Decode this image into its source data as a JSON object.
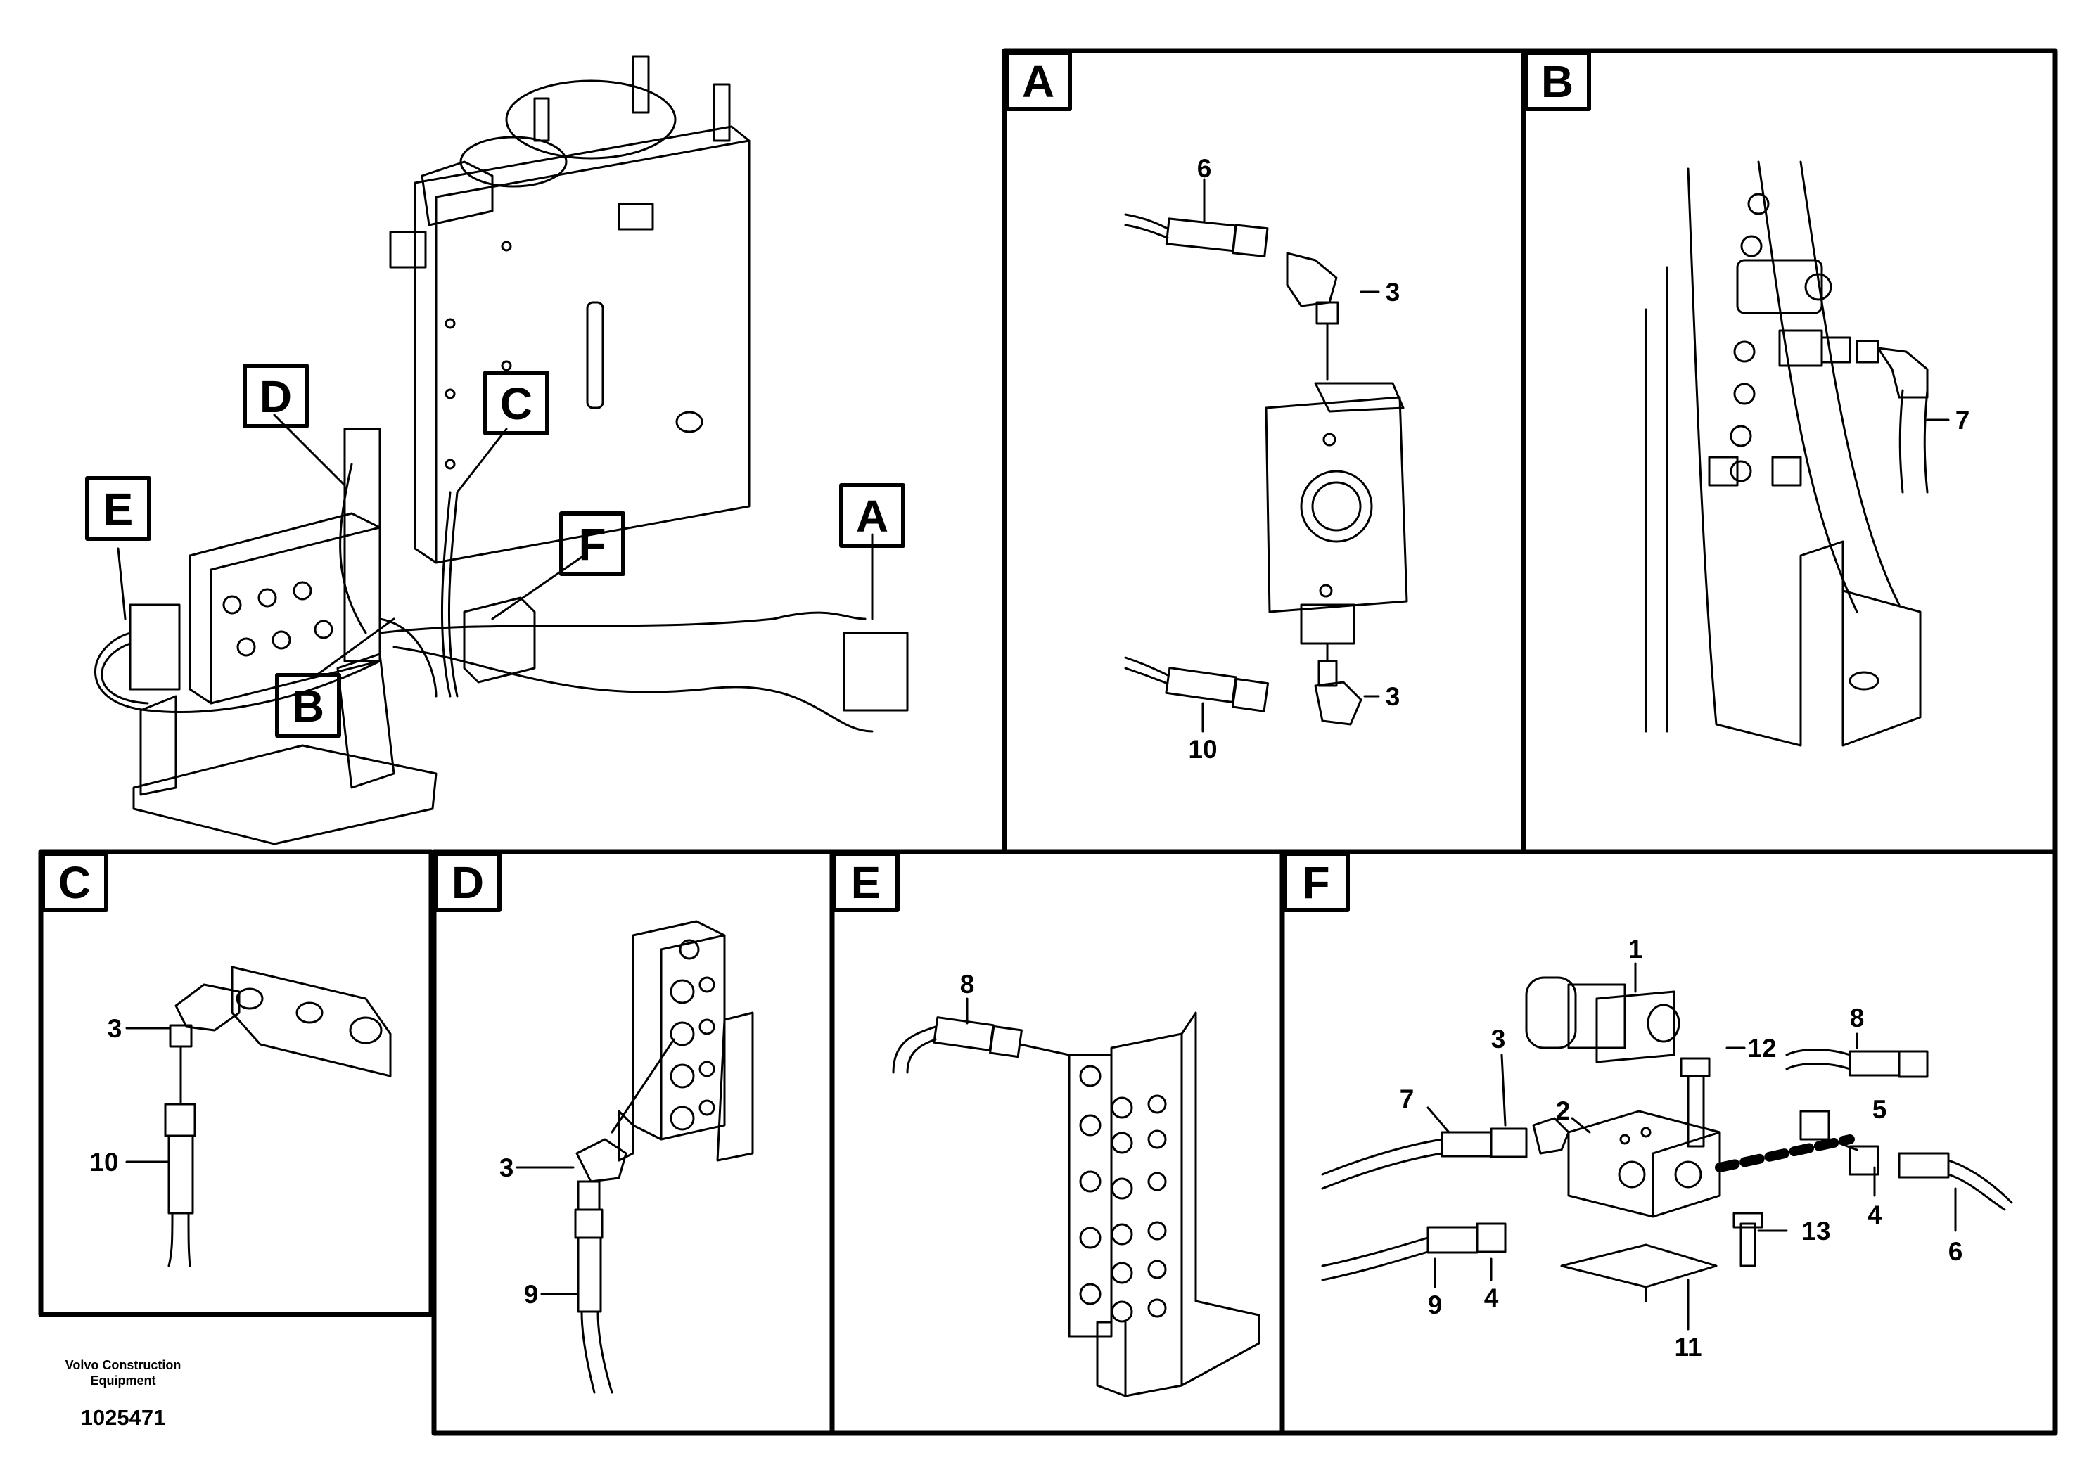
{
  "callouts": [
    "A",
    "B",
    "C",
    "D",
    "E",
    "F"
  ],
  "panels": {
    "A": {
      "letter": "A",
      "parts": [
        "6",
        "3",
        "3",
        "10"
      ]
    },
    "B": {
      "letter": "B",
      "parts": [
        "7"
      ]
    },
    "C": {
      "letter": "C",
      "parts": [
        "3",
        "10"
      ]
    },
    "D": {
      "letter": "D",
      "parts": [
        "3",
        "9"
      ]
    },
    "E": {
      "letter": "E",
      "parts": [
        "8"
      ]
    },
    "F": {
      "letter": "F",
      "parts": [
        "1",
        "3",
        "12",
        "8",
        "7",
        "2",
        "5",
        "4",
        "6",
        "13",
        "9",
        "4",
        "11"
      ]
    }
  },
  "footer": {
    "brand_line1": "Volvo Construction",
    "brand_line2": "Equipment",
    "number": "1025471"
  }
}
